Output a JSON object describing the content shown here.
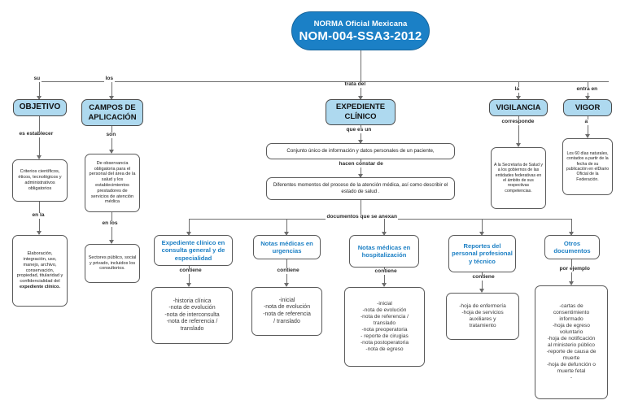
{
  "diagram": {
    "title_node": {
      "line1": "NORMA Oficial Mexicana",
      "line2": "NOM-004-SSA3-2012",
      "fill": "#1b80c6",
      "text_color": "#ffffff"
    },
    "palette": {
      "header_fill": "#aed9ef",
      "border": "#5a5a5a",
      "blue_text": "#1b7fc4",
      "line": "#6d6d6d"
    },
    "edge_labels": {
      "su": "su",
      "los": "los",
      "trata_del": "trata del",
      "la": "la",
      "entra_en": "entra en",
      "es_establecer": "es establecer",
      "son": "son",
      "en_la": "en la",
      "en_los": "en los",
      "que_es_un": "que es un",
      "hacen_constar_de": "hacen constar de",
      "documentos_que_se_anexan": "documentos que se anexan",
      "corresponde": "corresponde",
      "a": "a",
      "contiene1": "contiene",
      "contiene2": "contiene",
      "contiene3": "contiene",
      "contiene4": "contiene",
      "por_ejemplo": "por ejemplo"
    },
    "branches": {
      "objetivo": {
        "header": "OBJETIVO",
        "detail": "Criterios científicos, éticos, tecnológicos y administrativos obligatorios",
        "detail2_prefix": "Elaboración, integración, uso, manejo, archivo, conservación, propiedad, titularidad y confidencialidad del ",
        "detail2_bold": "expediente clínico."
      },
      "campos": {
        "header_line1": "CAMPOS DE",
        "header_line2": "APLICACIÓN",
        "detail": "De observancia obligatoria para el personal del área de la salud y los establecimientos prestadores de servicios de atención médica",
        "detail2": "Sectores público, social y privado, incluidos los consultorios."
      },
      "expediente": {
        "header_line1": "EXPEDIENTE",
        "header_line2": "CLÍNICO",
        "definition": "Conjunto único de información y datos personales de un paciente,",
        "constancia": "Diferentes momentos del proceso de la atención médica, así como describir el estado de salud ."
      },
      "vigilancia": {
        "header": "VIGILANCIA",
        "detail": "A la Secretaría de Salud y a los gobiernos de las entidades federativas en el ámbito de sus respectivas competencias."
      },
      "vigor": {
        "header": "VIGOR",
        "detail": "Los 60 días naturales, contados a partir de la fecha de su publicación en elDiario Oficial de la Federación."
      }
    },
    "documents": [
      {
        "title": "Expediente clínico en consulta general y de especialidad",
        "edge": "contiene",
        "items": [
          "-historia clínica",
          "-nota de evolución",
          "-nota de interconsulta",
          "-nota de referencia /",
          "translado"
        ]
      },
      {
        "title": "Notas médicas en urgencias",
        "edge": "contiene",
        "items": [
          "-inicial",
          "-nota de evolución",
          "-nota de referencia",
          "/ translado"
        ]
      },
      {
        "title": "Notas médicas en hospitalización",
        "edge": "contiene",
        "items": [
          "-inicial",
          "-nota de evolución",
          "-nota de referencia /",
          "translado",
          "-nota preoperatoria",
          "- reporte de cirugias",
          "-nota postoperatoria",
          "-nota de egreso"
        ]
      },
      {
        "title": "Reportes del personal profesional y técnico",
        "edge": "contiene",
        "items": [
          "-hoja de enfermería",
          "-hoja de servicios",
          "auxiliares y",
          "tratamiento"
        ]
      },
      {
        "title": "Otros documentos",
        "edge": "por ejemplo",
        "items": [
          "-cartas de",
          "consentimiento",
          "informado",
          "-hoja de egreso",
          "voluntario",
          "-hoja de notificación",
          "al ministerio público",
          "-reporte de causa de",
          "muerte",
          "-hoja de defunción o",
          "muerte fetal",
          "-"
        ]
      }
    ]
  }
}
